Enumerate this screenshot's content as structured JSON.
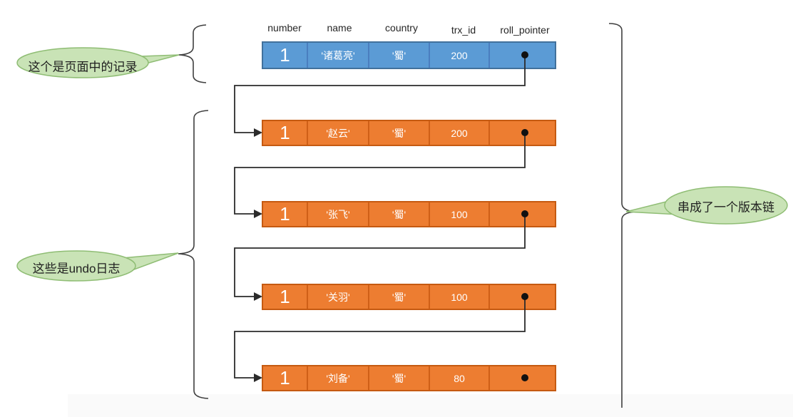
{
  "table": {
    "headers": [
      "number",
      "name",
      "country",
      "trx_id",
      "roll_pointer"
    ],
    "rows": [
      {
        "kind": "page-record",
        "number": "1",
        "name": "'诸葛亮'",
        "country": "'蜀'",
        "trx_id": "200"
      },
      {
        "kind": "undo-log",
        "number": "1",
        "name": "'赵云'",
        "country": "'蜀'",
        "trx_id": "200"
      },
      {
        "kind": "undo-log",
        "number": "1",
        "name": "'张飞'",
        "country": "'蜀'",
        "trx_id": "100"
      },
      {
        "kind": "undo-log",
        "number": "1",
        "name": "'关羽'",
        "country": "'蜀'",
        "trx_id": "100"
      },
      {
        "kind": "undo-log",
        "number": "1",
        "name": "'刘备'",
        "country": "'蜀'",
        "trx_id": "80"
      }
    ]
  },
  "annotations": {
    "page_record_note": "这个是页面中的记录",
    "undo_note": "这些是undo日志",
    "version_chain_note": "串成了一个版本链"
  },
  "colors": {
    "page_record_fill": "#5b9bd5",
    "page_record_border": "#41719c",
    "undo_fill": "#ed7d31",
    "undo_border": "#c55a11",
    "bubble_fill": "#c9e3b6",
    "bubble_border": "#8fbd74",
    "line": "#2b2b2b"
  }
}
